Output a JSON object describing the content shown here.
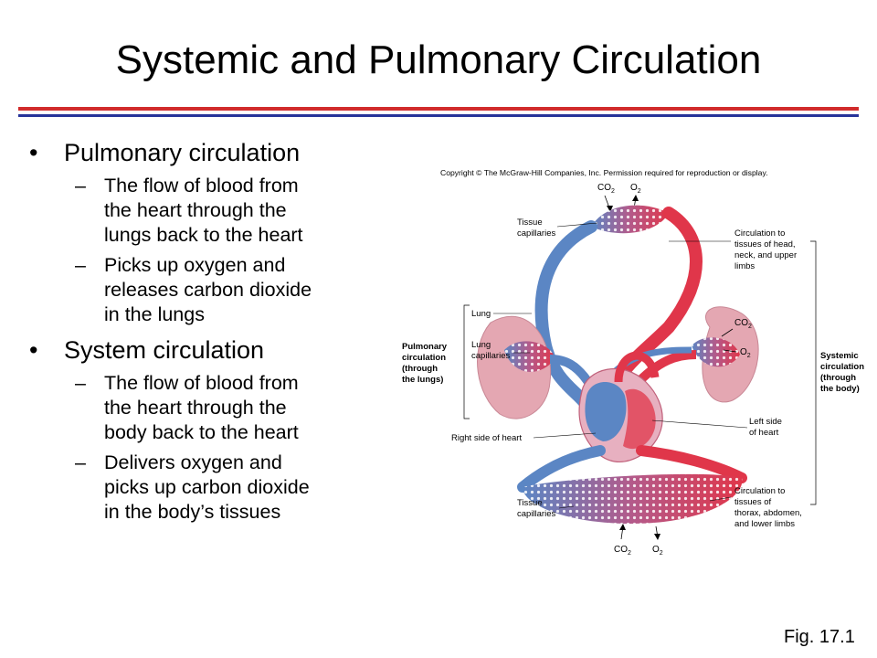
{
  "title": "Systemic and Pulmonary Circulation",
  "bullets": [
    {
      "text": "Pulmonary circulation",
      "subs": [
        [
          "The flow of blood from",
          "the heart through the",
          "lungs back to the heart"
        ],
        [
          "Picks up oxygen and",
          "releases carbon dioxide",
          "in the lungs"
        ]
      ]
    },
    {
      "text": "System circulation",
      "subs": [
        [
          "The flow of blood from",
          "the heart through the",
          "body back to the heart"
        ],
        [
          "Delivers oxygen and",
          "picks up carbon dioxide",
          "in the body’s tissues"
        ]
      ]
    }
  ],
  "diagram": {
    "copyright": "Copyright © The McGraw-Hill Companies, Inc. Permission required for reproduction or display.",
    "co2_top": "CO",
    "o2_top": "O",
    "tissue_top": [
      "Tissue",
      "capillaries"
    ],
    "circ_upper": [
      "Circulation to",
      "tissues of head,",
      "neck, and upper",
      "limbs"
    ],
    "lung": "Lung",
    "lung_caps": [
      "Lung",
      "capillaries"
    ],
    "pulmonary": [
      "Pulmonary",
      "circulation",
      "(through",
      "the lungs)"
    ],
    "co2_right": "CO",
    "o2_right": "O",
    "systemic": [
      "Systemic",
      "circulation",
      "(through",
      "the body)"
    ],
    "right_heart": "Right side of heart",
    "left_heart": [
      "Left side",
      "of heart"
    ],
    "tissue_bottom": [
      "Tissue",
      "capillaries"
    ],
    "circ_lower": [
      "Circulation to",
      "tissues of",
      "thorax, abdomen,",
      "and lower limbs"
    ],
    "co2_bottom": "CO",
    "o2_bottom": "O",
    "sub2": "2"
  },
  "fig_label": "Fig. 17.1",
  "colors": {
    "red_rule": "#d12b2b",
    "blue_rule": "#27349a",
    "artery": "#e0364a",
    "vein": "#5b86c4"
  }
}
